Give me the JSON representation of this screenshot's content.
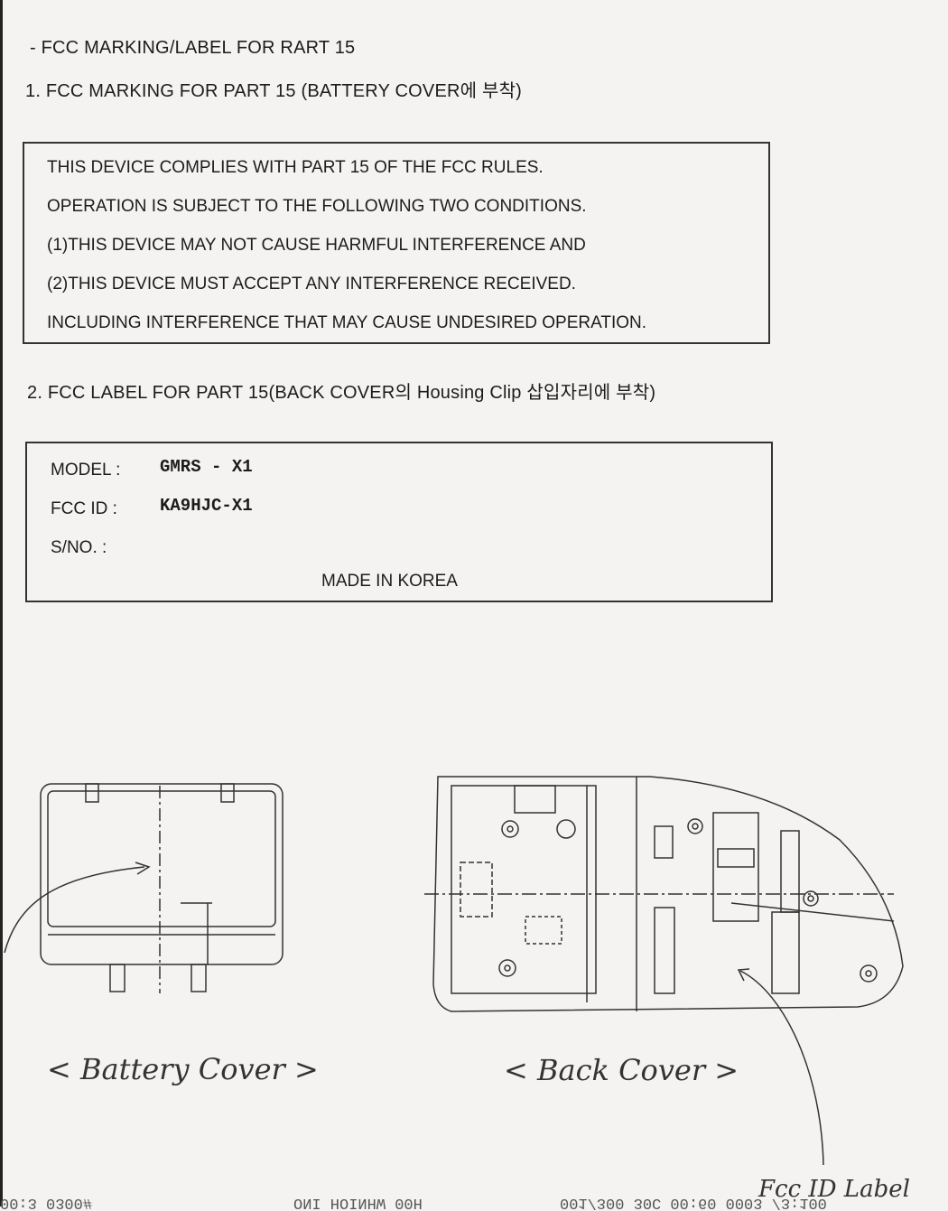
{
  "heading": "- FCC MARKING/LABEL FOR RART 15",
  "section1": {
    "title": "1. FCC MARKING FOR PART 15 (BATTERY COVER에 부착)",
    "lines": [
      "THIS DEVICE COMPLIES WITH PART 15 OF THE FCC RULES.",
      "OPERATION IS SUBJECT TO THE FOLLOWING TWO CONDITIONS.",
      "(1)THIS DEVICE MAY NOT CAUSE HARMFUL INTERFERENCE AND",
      "(2)THIS DEVICE MUST ACCEPT ANY INTERFERENCE RECEIVED.",
      "INCLUDING INTERFERENCE THAT MAY CAUSE UNDESIRED OPERATION."
    ]
  },
  "section2": {
    "title": "2. FCC LABEL FOR PART 15(BACK COVER의 Housing Clip 삽입자리에 부착)",
    "model_label": "MODEL :",
    "model_value": "GMRS - X1",
    "fccid_label": "FCC ID :",
    "fccid_value": "KA9HJC-X1",
    "sno_label": "S/NO.   :",
    "origin": "MADE IN KOREA"
  },
  "drawings": {
    "battery_cover_caption": "< Battery Cover >",
    "back_cover_caption": "< Back Cover >",
    "label_note": "Fcc ID Label"
  },
  "fax_footer": [
    "00:3 0300#",
    "ONI HOINHW 00H",
    "001/300 30C 00:60 0003 /3:100"
  ]
}
